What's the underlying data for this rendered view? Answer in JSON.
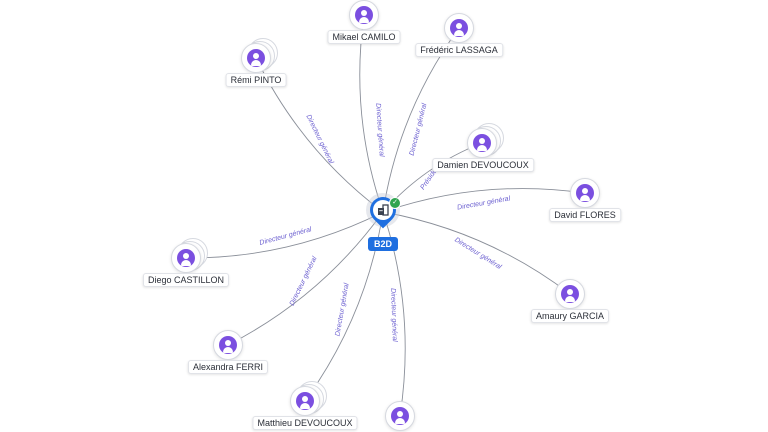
{
  "center": {
    "label": "B2D",
    "icon": "building-icon",
    "verified_icon": "check-badge-icon",
    "color": "#1f6fe0"
  },
  "colors": {
    "avatar": "#7b4fe0",
    "edge_label": "#6b5fd0",
    "edge": "#8a8f99"
  },
  "relation_label": "Directeur général",
  "people": [
    {
      "id": "mikael-camilo",
      "name": "Mikael CAMILO",
      "edge_label": "Directeur général"
    },
    {
      "id": "frederic-lassaga",
      "name": "Frédéric LASSAGA",
      "edge_label": "Directeur général"
    },
    {
      "id": "remi-pinto",
      "name": "Rémi PINTO",
      "edge_label": "Directeur général"
    },
    {
      "id": "damien-devoucoux",
      "name": "Damien DEVOUCOUX",
      "edge_label": "Préside..."
    },
    {
      "id": "david-flores",
      "name": "David FLORES",
      "edge_label": "Directeur général"
    },
    {
      "id": "diego-castillon",
      "name": "Diego CASTILLON",
      "edge_label": "Directeur général"
    },
    {
      "id": "amaury-garcia",
      "name": "Amaury GARCIA",
      "edge_label": "Directeur général"
    },
    {
      "id": "alexandra-ferri",
      "name": "Alexandra FERRI",
      "edge_label": "Directeur général"
    },
    {
      "id": "matthieu-devoucoux",
      "name": "Matthieu DEVOUCOUX",
      "edge_label": "Directeur général"
    },
    {
      "id": "unnamed-bottom",
      "name": "",
      "edge_label": "Directeur général"
    }
  ]
}
